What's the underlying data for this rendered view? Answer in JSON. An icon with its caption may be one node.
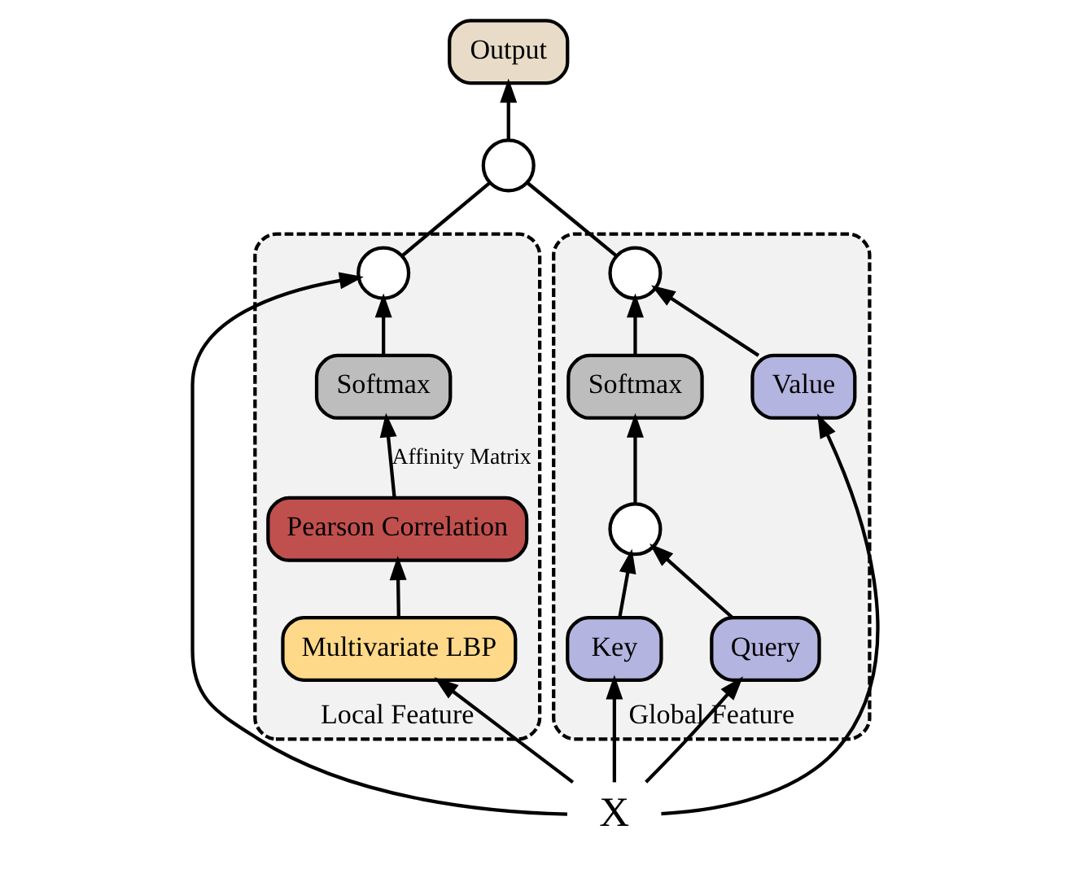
{
  "diagram": {
    "nodes": [
      {
        "text": [
          "Output"
        ]
      },
      {
        "text": [],
        "shape": "circle"
      },
      {
        "text": [
          "Local Feature"
        ]
      },
      {
        "text": [
          "Global Feature"
        ]
      },
      {
        "text": [],
        "shape": "circle",
        "in": 2
      },
      {
        "text": [
          "Softmax"
        ],
        "in": 2
      },
      {
        "text": [
          "Pearson Correlation"
        ],
        "in": 2
      },
      {
        "text": [
          "Multivariate LBP"
        ],
        "in": 2
      },
      {
        "text": [],
        "shape": "circle",
        "in": 3
      },
      {
        "text": [
          "Softmax"
        ],
        "in": 3
      },
      {
        "text": [],
        "shape": "circle",
        "in": 3
      },
      {
        "text": [
          "Query"
        ],
        "in": 3
      },
      {
        "text": [
          "Key"
        ],
        "in": 3
      },
      {
        "text": [
          "Value"
        ],
        "in": 3
      },
      {
        "text": [
          "X"
        ]
      }
    ],
    "edges": [
      {
        "from": 14,
        "to": 7,
        "arrow": "to"
      },
      {
        "from": 14,
        "to": 4,
        "arrow": "to"
      },
      {
        "from": 14,
        "to": 11,
        "arrow": "to"
      },
      {
        "from": 14,
        "to": 12,
        "arrow": "to"
      },
      {
        "from": 14,
        "to": 13,
        "arrow": "to"
      },
      {
        "from": 7,
        "to": 6,
        "arrow": "to"
      },
      {
        "from": 6,
        "to": 5,
        "arrow": "to",
        "label": "Affinity Matrix"
      },
      {
        "from": 5,
        "to": 4,
        "arrow": "to"
      },
      {
        "from": 11,
        "to": 10,
        "arrow": "to"
      },
      {
        "from": 12,
        "to": 10,
        "arrow": "to"
      },
      {
        "from": 10,
        "to": 9,
        "arrow": "to"
      },
      {
        "from": 9,
        "to": 8,
        "arrow": "to"
      },
      {
        "from": 13,
        "to": 8,
        "arrow": "to"
      },
      {
        "from": 4,
        "to": 1,
        "arrow": "none"
      },
      {
        "from": 8,
        "to": 1,
        "arrow": "none"
      },
      {
        "from": 1,
        "to": 0,
        "arrow": "to"
      }
    ]
  }
}
